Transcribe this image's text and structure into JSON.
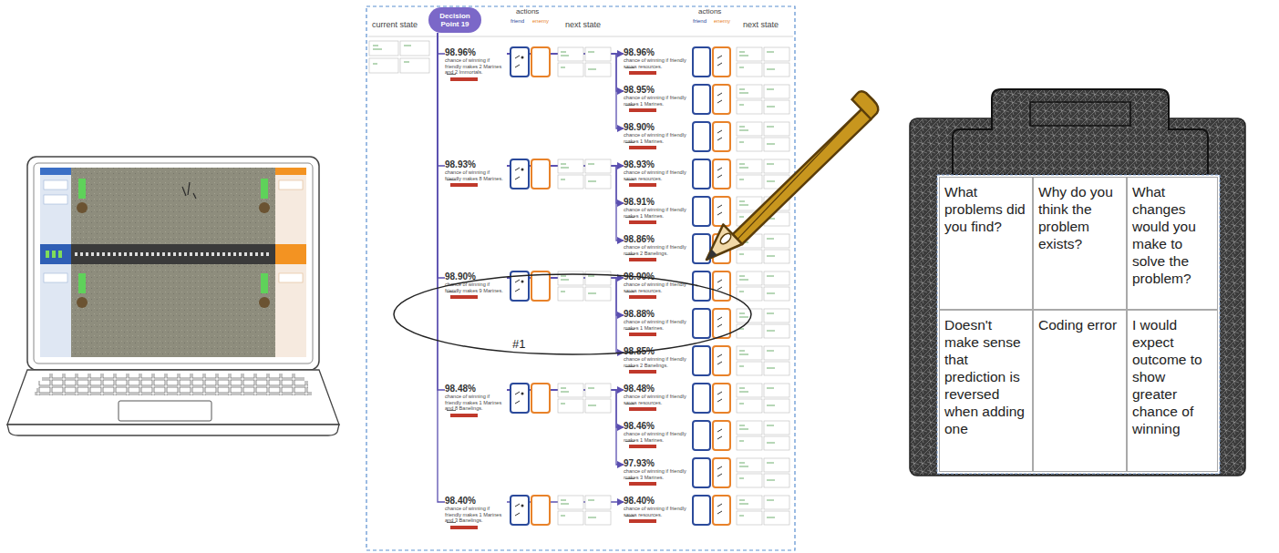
{
  "diagram": {
    "nodes": [
      {
        "text": [
          "Decision Point 19"
        ]
      },
      {
        "text": [
          "98.96%",
          "chance of winning if friendly makes 2 Marines and 2 Immortals."
        ]
      },
      {
        "text": [
          "98.96%",
          "chance of winning if friendly saves resources."
        ]
      },
      {
        "text": [
          "98.95%",
          "chance of winning if friendly makes 1 Marines."
        ]
      },
      {
        "text": [
          "98.90%",
          "chance of winning if friendly makes 1 Marines."
        ]
      },
      {
        "text": [
          "98.93%",
          "chance of winning if friendly makes 8 Marines."
        ]
      },
      {
        "text": [
          "98.93%",
          "chance of winning if friendly saves resources."
        ]
      },
      {
        "text": [
          "98.91%",
          "chance of winning if friendly makes 1 Marines."
        ]
      },
      {
        "text": [
          "98.86%",
          "chance of winning if friendly makes 2 Banelings."
        ]
      },
      {
        "text": [
          "98.90%",
          "chance of winning if friendly makes 9 Marines."
        ]
      },
      {
        "text": [
          "98.90%",
          "chance of winning if friendly saves resources."
        ]
      },
      {
        "text": [
          "98.88%",
          "chance of winning if friendly makes 1 Marines."
        ]
      },
      {
        "text": [
          "98.85%",
          "chance of winning if friendly makes 2 Banelings."
        ]
      },
      {
        "text": [
          "98.48%",
          "chance of winning if friendly makes 1 Marines and 8 Banelings."
        ]
      },
      {
        "text": [
          "98.48%",
          "chance of winning if friendly saves resources."
        ]
      },
      {
        "text": [
          "98.46%",
          "chance of winning if friendly makes 1 Marines."
        ]
      },
      {
        "text": [
          "97.93%",
          "chance of winning if friendly makes 3 Marines."
        ]
      },
      {
        "text": [
          "98.40%",
          "chance of winning if friendly makes 1 Marines and 3 Banelings."
        ]
      },
      {
        "text": [
          "98.40%",
          "chance of winning if friendly saves resources."
        ]
      }
    ],
    "edges": [
      {
        "from": 0,
        "to": 1,
        "arrow": "none"
      },
      {
        "from": 0,
        "to": 5,
        "arrow": "none"
      },
      {
        "from": 0,
        "to": 9,
        "arrow": "none"
      },
      {
        "from": 0,
        "to": 13,
        "arrow": "none"
      },
      {
        "from": 0,
        "to": 17,
        "arrow": "none"
      },
      {
        "from": 1,
        "to": 2,
        "arrow": "to"
      },
      {
        "from": 1,
        "to": 3,
        "arrow": "to"
      },
      {
        "from": 1,
        "to": 4,
        "arrow": "to"
      },
      {
        "from": 5,
        "to": 6,
        "arrow": "to"
      },
      {
        "from": 5,
        "to": 7,
        "arrow": "to"
      },
      {
        "from": 5,
        "to": 8,
        "arrow": "to"
      },
      {
        "from": 9,
        "to": 10,
        "arrow": "to"
      },
      {
        "from": 9,
        "to": 11,
        "arrow": "to"
      },
      {
        "from": 9,
        "to": 12,
        "arrow": "to"
      },
      {
        "from": 13,
        "to": 14,
        "arrow": "to"
      },
      {
        "from": 13,
        "to": 15,
        "arrow": "to"
      },
      {
        "from": 13,
        "to": 16,
        "arrow": "to"
      },
      {
        "from": 17,
        "to": 18,
        "arrow": "to"
      }
    ],
    "labels": [
      "current state",
      "actions",
      "friend",
      "enemy",
      "next state",
      "actions",
      "friend",
      "enemy",
      "next state",
      "#1",
      "What problems did you find?",
      "Why do you think the problem exists?",
      "What changes would you make to solve the problem?",
      "Doesn't make sense that prediction is reversed when adding one",
      "Coding error",
      "I would expect outcome to show greater chance of winning"
    ]
  }
}
